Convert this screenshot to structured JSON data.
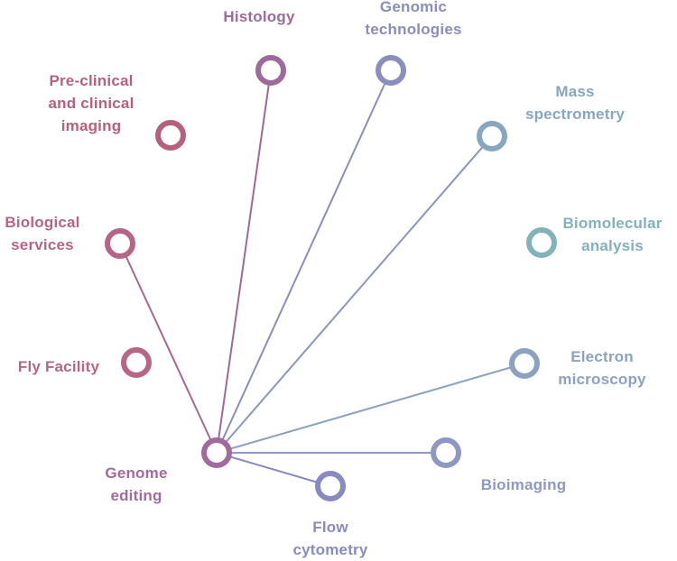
{
  "colors": {
    "histology": "#9d6a9a",
    "genomic": "#8a8dbd",
    "mass": "#87a6bf",
    "biomolecular": "#80b3ba",
    "electron": "#8ba3c1",
    "bioimaging": "#8f98c4",
    "flow": "#8a8ac2",
    "genome": "#a06c9d",
    "fly": "#b86686",
    "biological": "#b76586",
    "preclinical": "#b7607c"
  },
  "nodes": {
    "histology": {
      "line1": "Histology"
    },
    "genomic": {
      "line1": "Genomic",
      "line2": "technologies"
    },
    "mass": {
      "line1": "Mass",
      "line2": "spectrometry"
    },
    "biomolecular": {
      "line1": "Biomolecular",
      "line2": "analysis"
    },
    "electron": {
      "line1": "Electron",
      "line2": "microscopy"
    },
    "bioimaging": {
      "line1": "Bioimaging"
    },
    "flow": {
      "line1": "Flow",
      "line2": "cytometry"
    },
    "genome": {
      "line1": "Genome",
      "line2": "editing"
    },
    "fly": {
      "line1": "Fly Facility"
    },
    "biological": {
      "line1": "Biological",
      "line2": "services"
    },
    "preclinical": {
      "line1": "Pre-clinical",
      "line2": "and clinical",
      "line3": "imaging"
    }
  },
  "connections": [
    {
      "from": "genome",
      "to": "histology",
      "color": "#9d6a9a"
    },
    {
      "from": "genome",
      "to": "genomic",
      "color": "#8a8dbd"
    },
    {
      "from": "genome",
      "to": "mass",
      "color": "#8b96bf"
    },
    {
      "from": "genome",
      "to": "electron",
      "color": "#8ba3c1"
    },
    {
      "from": "genome",
      "to": "bioimaging",
      "color": "#8f98c4"
    },
    {
      "from": "genome",
      "to": "flow",
      "color": "#8a8ac2"
    },
    {
      "from": "genome",
      "to": "biological",
      "color": "#a7688f"
    }
  ]
}
